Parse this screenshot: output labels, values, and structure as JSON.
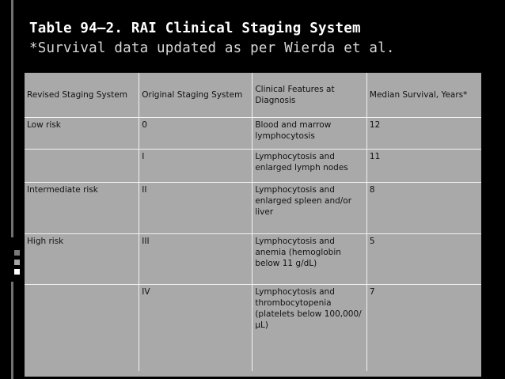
{
  "slide": {
    "title": "Table 94–2. RAI Clinical Staging System",
    "subtitle": "*Survival data updated as per Wierda et al."
  },
  "table": {
    "headers": [
      "Revised Staging System",
      "Original Staging System",
      "Clinical Features at Diagnosis",
      "Median Survival, Years*"
    ],
    "rows": [
      [
        "Low risk",
        "0",
        "Blood and marrow lymphocytosis",
        "12"
      ],
      [
        "",
        "I",
        "Lymphocytosis and enlarged lymph nodes",
        "11"
      ],
      [
        "Intermediate risk",
        "II",
        "Lymphocytosis and enlarged spleen and/or liver",
        "8"
      ],
      [
        "High risk",
        "III",
        "Lymphocytosis and anemia (hemoglobin below 11 g/dL)",
        "5"
      ],
      [
        "",
        "IV",
        "Lymphocytosis and thrombocytopenia (platelets below 100,000/µL)",
        "7"
      ]
    ]
  },
  "colors": {
    "background": "#000000",
    "table_fill": "#a9a9a9",
    "grid_lines": "#f2f2f2",
    "accent_squares": [
      "#7a7a7a",
      "#a5a5a5",
      "#ffffff"
    ]
  }
}
